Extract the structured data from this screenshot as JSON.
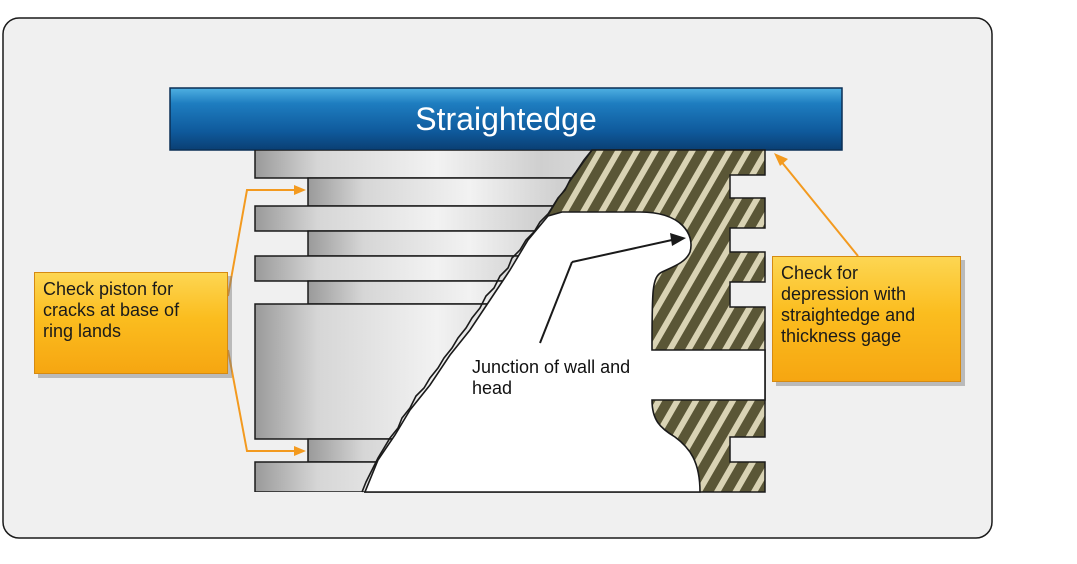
{
  "straightedge": {
    "label": "Straightedge"
  },
  "callouts": {
    "left": {
      "lines": [
        "Check piston for",
        "cracks at base of",
        "ring lands"
      ]
    },
    "right": {
      "lines": [
        "Check for",
        "depression with",
        "straightedge and",
        "thickness gage"
      ]
    }
  },
  "junction": {
    "lines": [
      "Junction of wall and",
      "head"
    ]
  },
  "colors": {
    "frame_background": "#f0f0f0",
    "straightedge_blue": "#1a6fb3",
    "callout_yellow": "#fbbd1f",
    "leader_orange": "#f39a1f",
    "hatch_dark": "#5a5636",
    "hatch_light": "#d9d3b4"
  }
}
